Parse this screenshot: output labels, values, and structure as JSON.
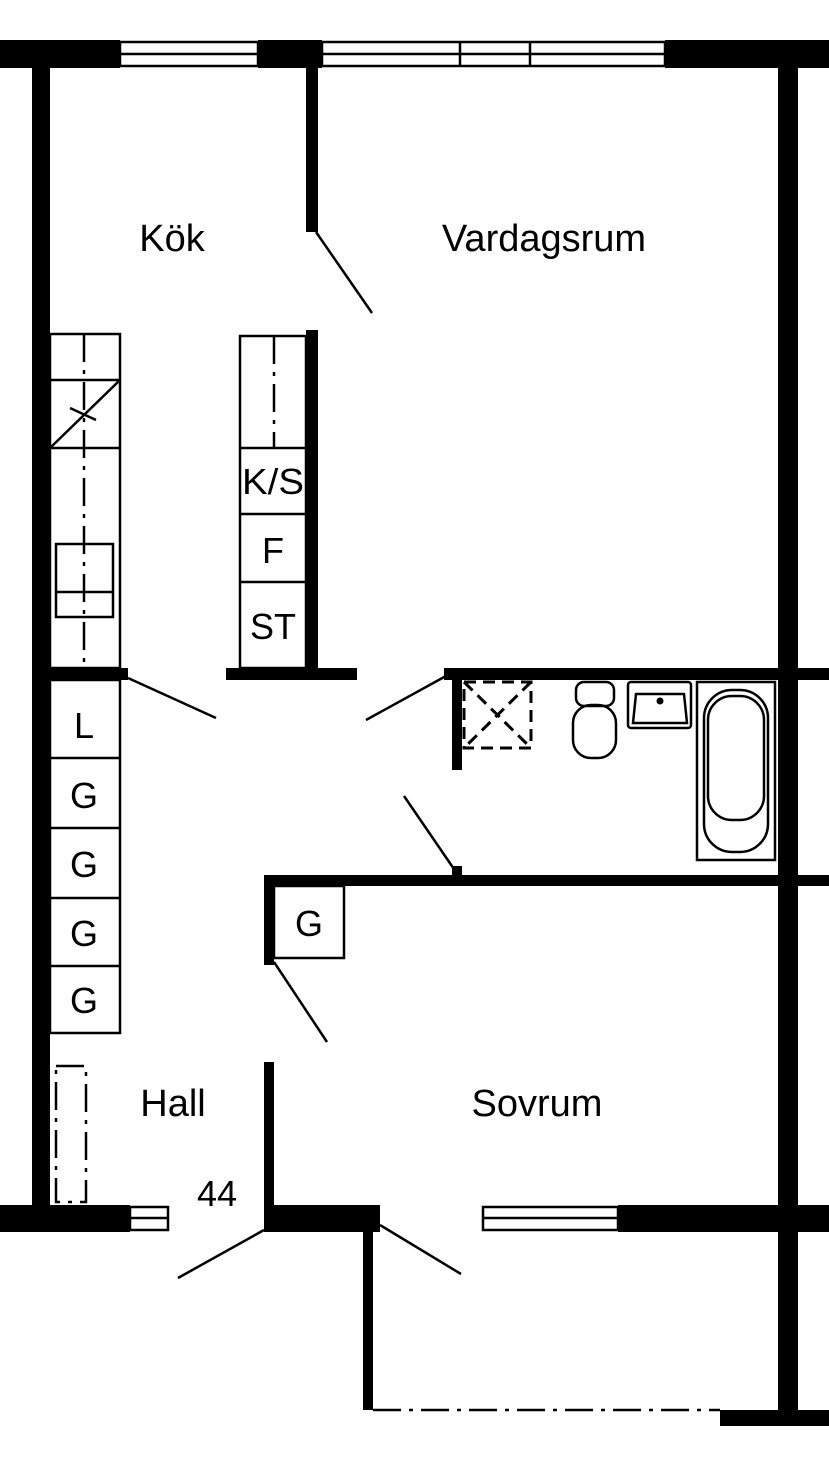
{
  "title": "Floor plan",
  "rooms": {
    "kitchen": "Kök",
    "living": "Vardagsrum",
    "hall": "Hall",
    "bedroom": "Sovrum"
  },
  "kitchen_units": [
    "K/S",
    "F",
    "ST"
  ],
  "hall_units": [
    "L",
    "G",
    "G",
    "G",
    "G"
  ],
  "bedroom_unit": "G",
  "area_label": "44",
  "colors": {
    "wall": "#000000",
    "background": "#ffffff"
  }
}
